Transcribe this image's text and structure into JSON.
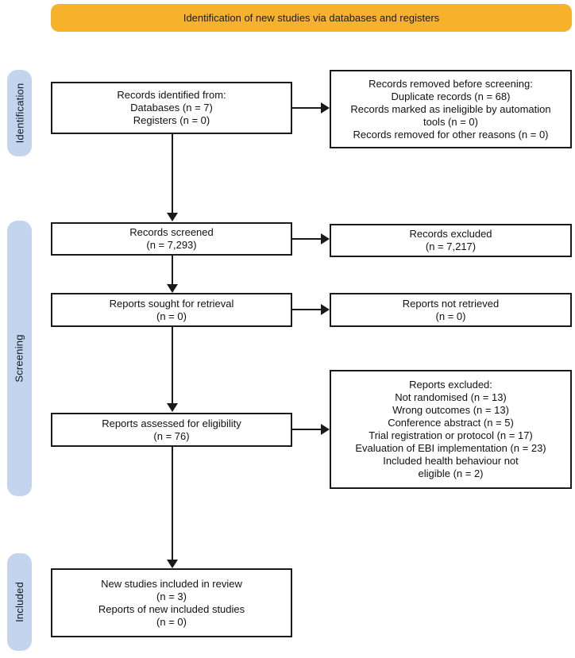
{
  "title": "PRISMA flow diagram",
  "colors": {
    "banner_bg": "#F7B22B",
    "sidebar_bg": "#C3D4EE",
    "line": "#1a1a1a"
  },
  "banner": {
    "label": "Identification of new studies via databases and registers"
  },
  "sidebar": {
    "stages": [
      {
        "label": "Identification"
      },
      {
        "label": "Screening"
      },
      {
        "label": "Included"
      }
    ]
  },
  "boxes": {
    "records_identified": {
      "lines": [
        "Records identified from:",
        "Databases (n = 7)",
        "Registers (n = 0)"
      ]
    },
    "records_removed": {
      "lines": [
        "Records removed before screening:",
        "Duplicate records (n = 68)",
        "Records marked as ineligible by automation",
        "tools (n = 0)",
        "Records removed for other reasons (n = 0)"
      ]
    },
    "records_screened": {
      "lines": [
        "Records screened",
        "(n = 7,293)"
      ]
    },
    "records_excluded": {
      "lines": [
        "Records excluded",
        "(n = 7,217)"
      ]
    },
    "reports_sought": {
      "lines": [
        "Reports sought for retrieval",
        "(n = 0)"
      ]
    },
    "reports_not_retrieved": {
      "lines": [
        "Reports not retrieved",
        "(n = 0)"
      ]
    },
    "reports_assessed": {
      "lines": [
        "Reports assessed for eligibility",
        "(n = 76)"
      ]
    },
    "reports_excluded": {
      "lines": [
        "Reports excluded:",
        "Not randomised (n = 13)",
        "Wrong outcomes (n = 13)",
        "Conference abstract (n = 5)",
        "Trial registration or protocol (n = 17)",
        "Evaluation of EBI implementation (n = 23)",
        "Included health behaviour not",
        "eligible (n = 2)"
      ]
    },
    "new_studies_included": {
      "lines": [
        "New studies included in review",
        "(n = 3)",
        "Reports of new included studies",
        "(n = 0)"
      ]
    }
  }
}
